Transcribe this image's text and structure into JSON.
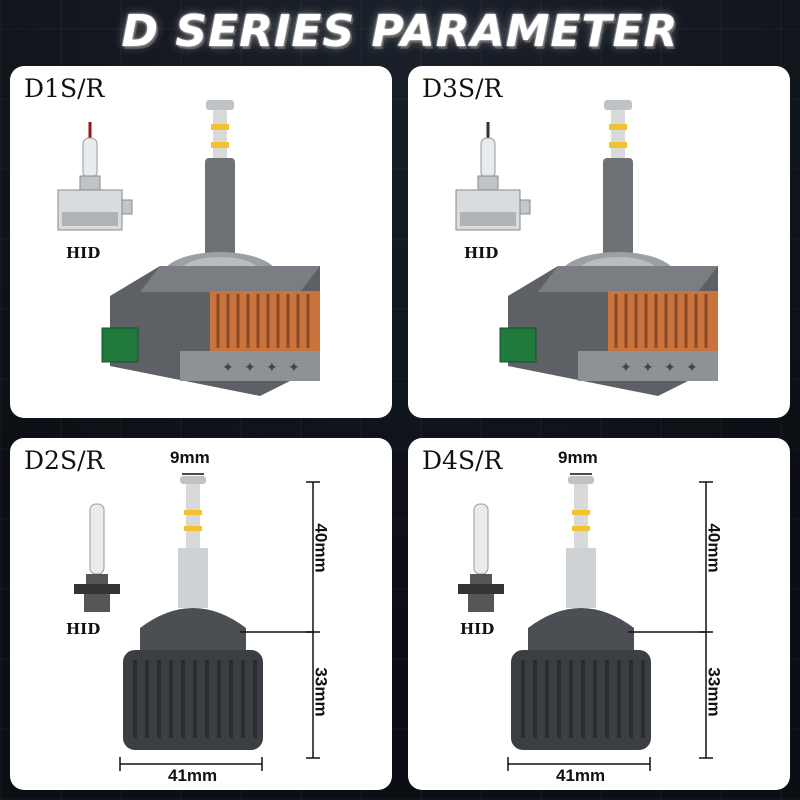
{
  "title": "D SERIES PARAMETER",
  "panels": [
    {
      "label": "D1S/R",
      "hid_label": "HID"
    },
    {
      "label": "D3S/R",
      "hid_label": "HID"
    },
    {
      "label": "D2S/R",
      "hid_label": "HID",
      "dims": {
        "top": "9mm",
        "upper": "40mm",
        "lower": "33mm",
        "width": "41mm"
      }
    },
    {
      "label": "D4S/R",
      "hid_label": "HID",
      "dims": {
        "top": "9mm",
        "upper": "40mm",
        "lower": "33mm",
        "width": "41mm"
      }
    }
  ],
  "colors": {
    "background": "#0d1016",
    "panel": "#ffffff",
    "copper": "#c9733f",
    "connector": "#1f7a3c",
    "housing": "#6f7276"
  }
}
